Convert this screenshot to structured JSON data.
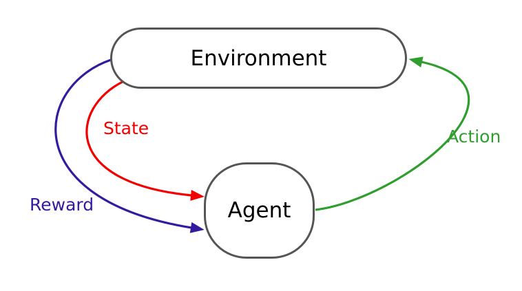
{
  "diagram": {
    "type": "flow-diagram",
    "topic": "reinforcement learning loop",
    "nodes": {
      "environment": {
        "label": "Environment",
        "shape": "stadium"
      },
      "agent": {
        "label": "Agent",
        "shape": "circle"
      }
    },
    "edges": {
      "state": {
        "label": "State",
        "color": "#f20000",
        "from": "environment",
        "to": "agent"
      },
      "reward": {
        "label": "Reward",
        "color": "#341b9e",
        "from": "environment",
        "to": "agent"
      },
      "action": {
        "label": "Action",
        "color": "#2f9e2f",
        "from": "agent",
        "to": "environment"
      }
    },
    "style": {
      "node_border_color": "#555555",
      "node_fill": "#ffffff",
      "node_text_color": "#000000",
      "background": "#ffffff"
    }
  }
}
